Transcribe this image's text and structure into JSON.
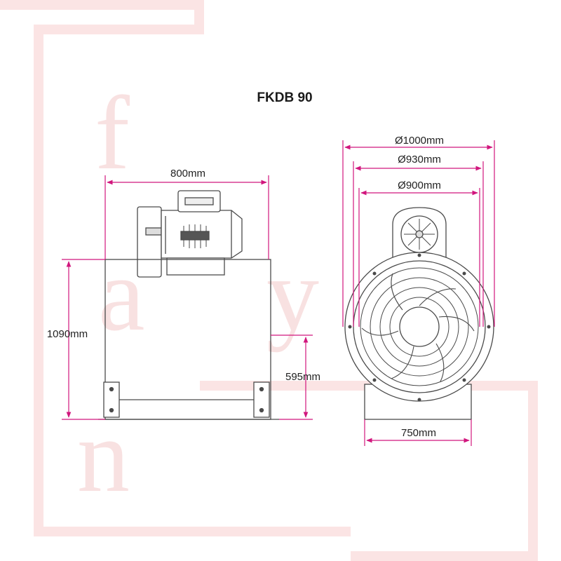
{
  "title": "FKDB 90",
  "colors": {
    "dimension": "#d1167d",
    "drawing": "#4a4a4a",
    "watermark": "#f3c9c9",
    "watermark_band": "#fbe4e4"
  },
  "watermark": {
    "letters": [
      "f",
      "a",
      "y",
      "a",
      "n"
    ]
  },
  "side_view": {
    "width_label": "800mm",
    "height_label": "1090mm",
    "axis_height_label": "595mm"
  },
  "front_view": {
    "outer_diameter_label": "Ø1000mm",
    "flange_diameter_label": "Ø930mm",
    "inner_diameter_label": "Ø900mm",
    "base_width_label": "750mm"
  }
}
